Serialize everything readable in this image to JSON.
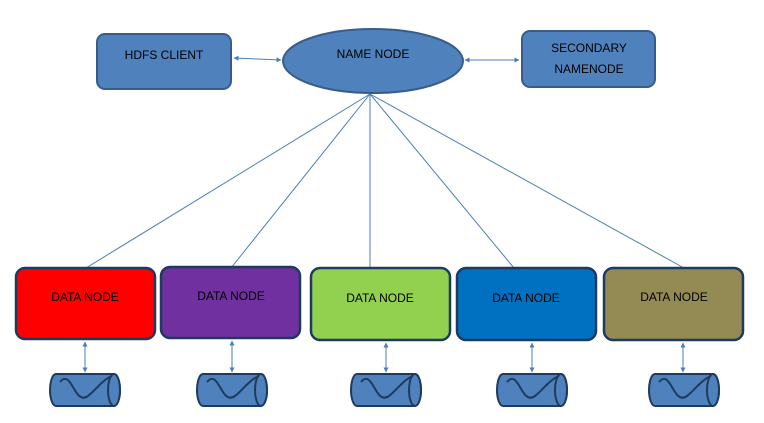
{
  "diagram": {
    "hdfs_client": {
      "label": "HDFS CLIENT"
    },
    "name_node": {
      "label": "NAME NODE"
    },
    "secondary_namenode": {
      "line1": "SECONDARY",
      "line2": "NAMENODE"
    },
    "data_nodes": [
      {
        "label": "DATA NODE",
        "color": "#ff0000"
      },
      {
        "label": "DATA NODE",
        "color": "#7030a0"
      },
      {
        "label": "DATA NODE",
        "color": "#92d050"
      },
      {
        "label": "DATA NODE",
        "color": "#0070c0"
      },
      {
        "label": "DATA NODE",
        "color": "#948a54"
      }
    ],
    "colors": {
      "node_fill": "#4f81bd",
      "node_stroke": "#385d8a",
      "line": "#4a7ebb"
    }
  }
}
